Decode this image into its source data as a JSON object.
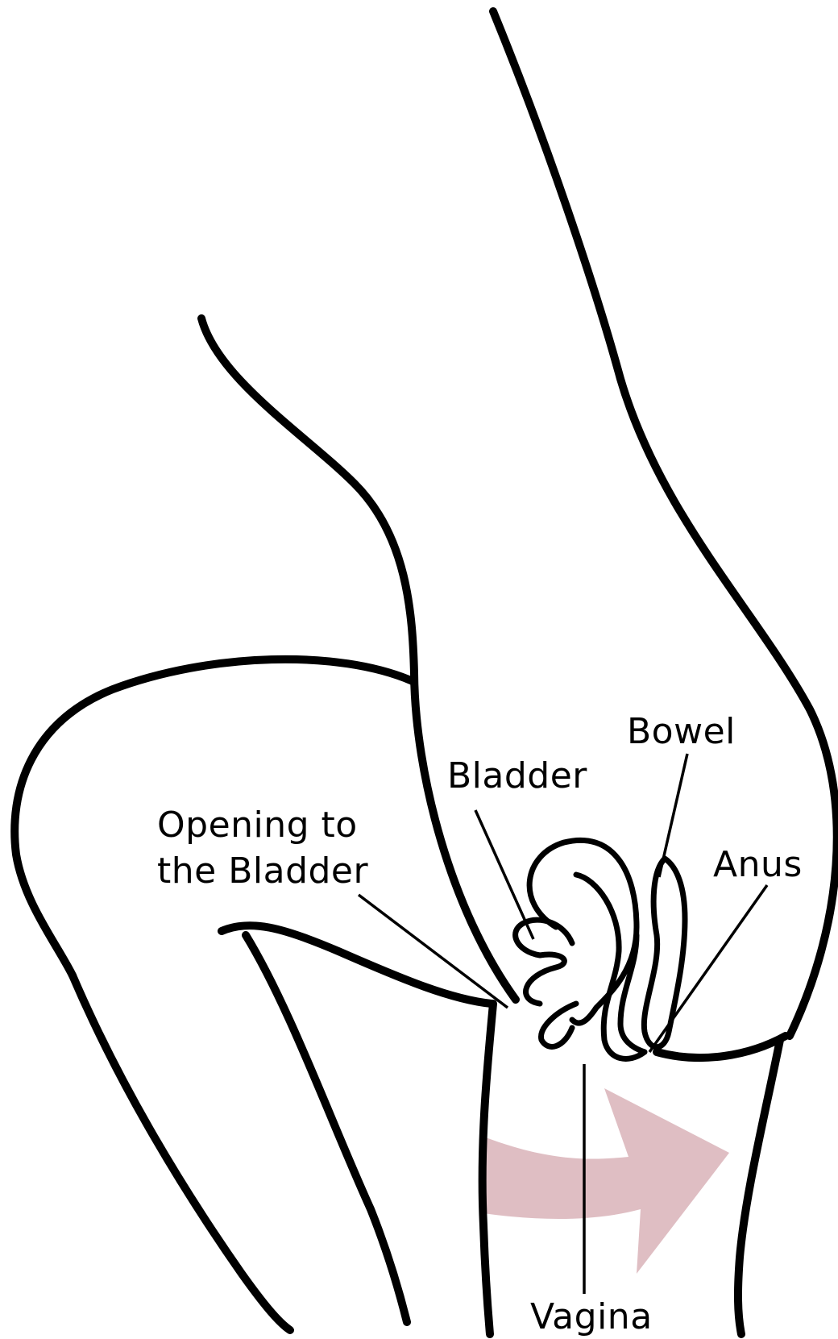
{
  "labels": {
    "bowel": "Bowel",
    "bladder": "Bladder",
    "opening_line1": "Opening to",
    "opening_line2": "the Bladder",
    "anus": "Anus",
    "vagina": "Vagina"
  },
  "colors": {
    "outline": "#000000",
    "arrow": "#d9b3b8",
    "background": "#ffffff"
  }
}
